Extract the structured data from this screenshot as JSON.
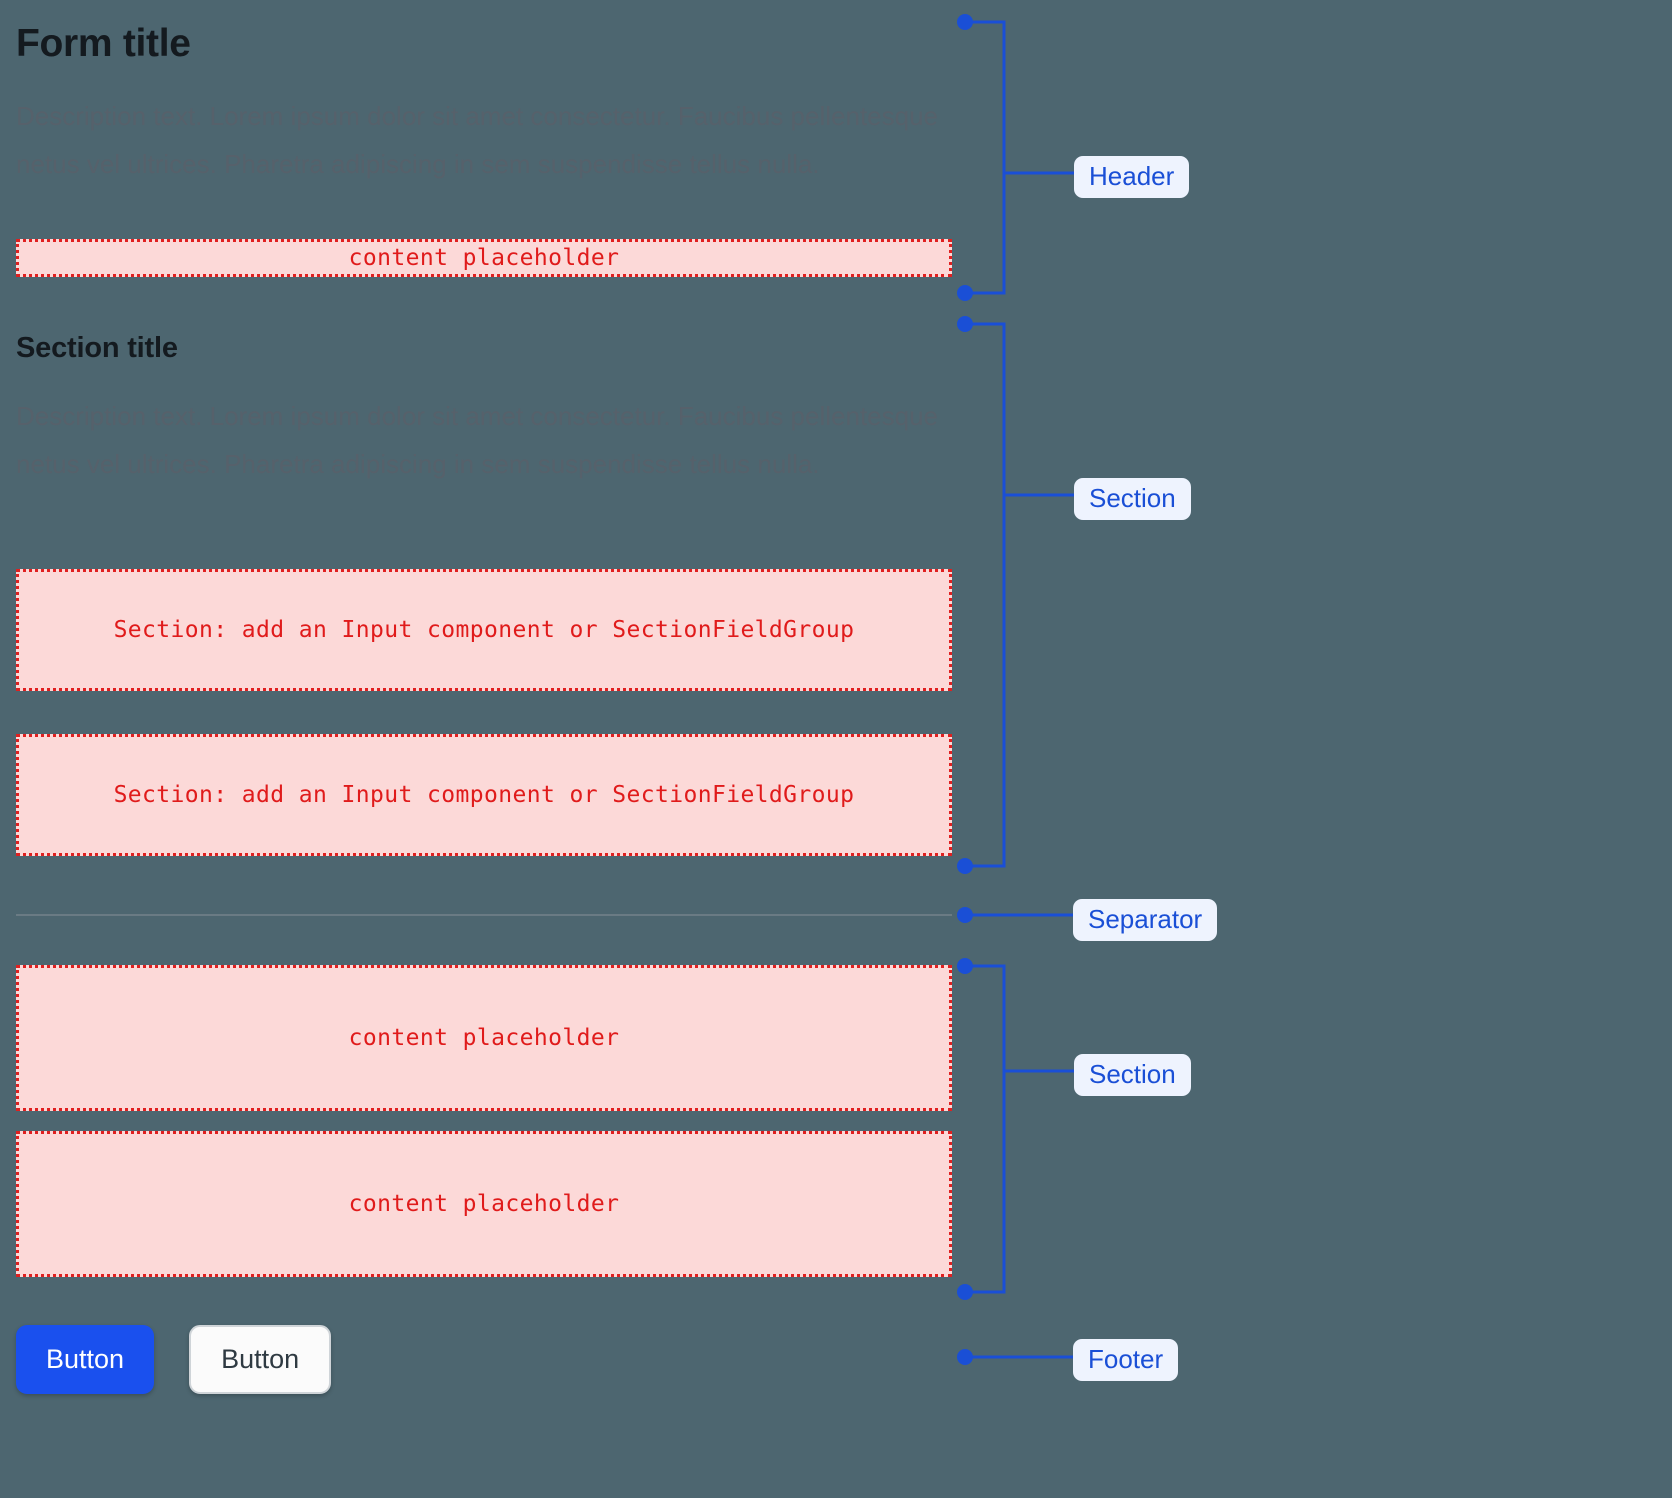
{
  "colors": {
    "canvas": "#4d6670",
    "placeholder_fill": "#fcd9d8",
    "placeholder_border": "#e02020",
    "placeholder_text": "#e01b1b",
    "annotation_blue": "#1a4fd6",
    "badge_bg": "#eef3fe",
    "primary_button": "#1a50ee",
    "heading_text": "#141a1f",
    "body_text": "#56616b",
    "separator": "#6a7b84"
  },
  "header": {
    "title": "Form title",
    "description": "Description text. Lorem ipsum dolor sit amet consectetur. Faucibus pellentesque netus vel ultrices. Pharetra adipiscing in sem suspendisse tellus nulla.",
    "placeholder": "content placeholder"
  },
  "section": {
    "title": "Section title",
    "description": "Description text. Lorem ipsum dolor sit amet consectetur. Faucibus pellentesque netus vel ultrices. Pharetra adipiscing in sem suspendisse tellus nulla.",
    "field_placeholder_1": "Section: add an Input component or SectionFieldGroup",
    "field_placeholder_2": "Section: add an Input component or SectionFieldGroup"
  },
  "section2": {
    "placeholder_1": "content placeholder",
    "placeholder_2": "content placeholder"
  },
  "footer": {
    "primary_label": "Button",
    "secondary_label": "Button"
  },
  "annotations": {
    "header": "Header",
    "section1": "Section",
    "separator": "Separator",
    "section2": "Section",
    "footer": "Footer"
  }
}
